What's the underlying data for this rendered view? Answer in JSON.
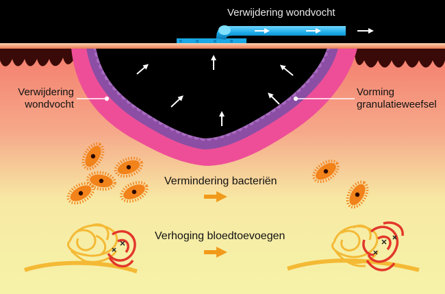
{
  "labels": {
    "top": "Verwijdering wondvocht",
    "left_line1": "Verwijdering",
    "left_line2": "wondvocht",
    "right_line1": "Vorming",
    "right_line2": "granulatieweefsel",
    "bacteria": "Vermindering bacteriën",
    "vessels": "Verhoging bloedtoevoegen"
  },
  "colors": {
    "background_top": "#000000",
    "skin_top": "#f37b6c",
    "skin_bottom": "#f6f3a8",
    "wound_pink": "#ee4e98",
    "granulation_purple": "#8b4ea4",
    "tube_blue": "#1aa9e6",
    "bacteria_orange": "#f2821a",
    "arrow_orange": "#f19a1a",
    "vessel_yellow": "#f4b935",
    "vessel_red": "#e2372b"
  }
}
